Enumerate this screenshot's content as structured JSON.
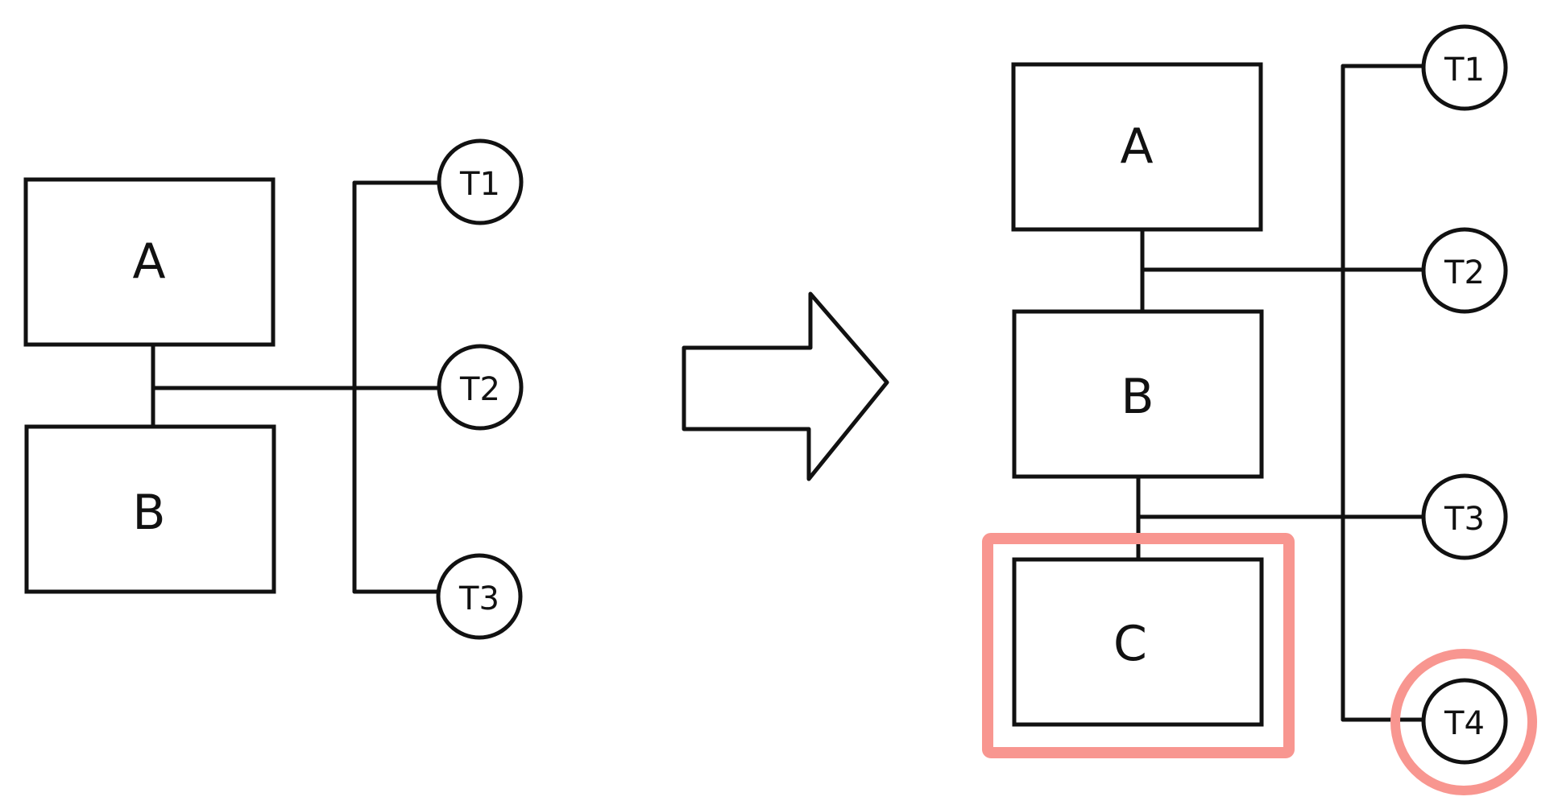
{
  "diagram": {
    "before": {
      "boxes": [
        "A",
        "B"
      ],
      "nodes": [
        "T1",
        "T2",
        "T3"
      ]
    },
    "after": {
      "boxes": [
        "A",
        "B",
        "C"
      ],
      "nodes": [
        "T1",
        "T2",
        "T3",
        "T4"
      ],
      "highlighted": [
        "C",
        "T4"
      ]
    },
    "colors": {
      "stroke": "#111111",
      "highlight": "#f89690",
      "background": "#ffffff"
    },
    "transition_icon": "right-arrow-icon"
  }
}
